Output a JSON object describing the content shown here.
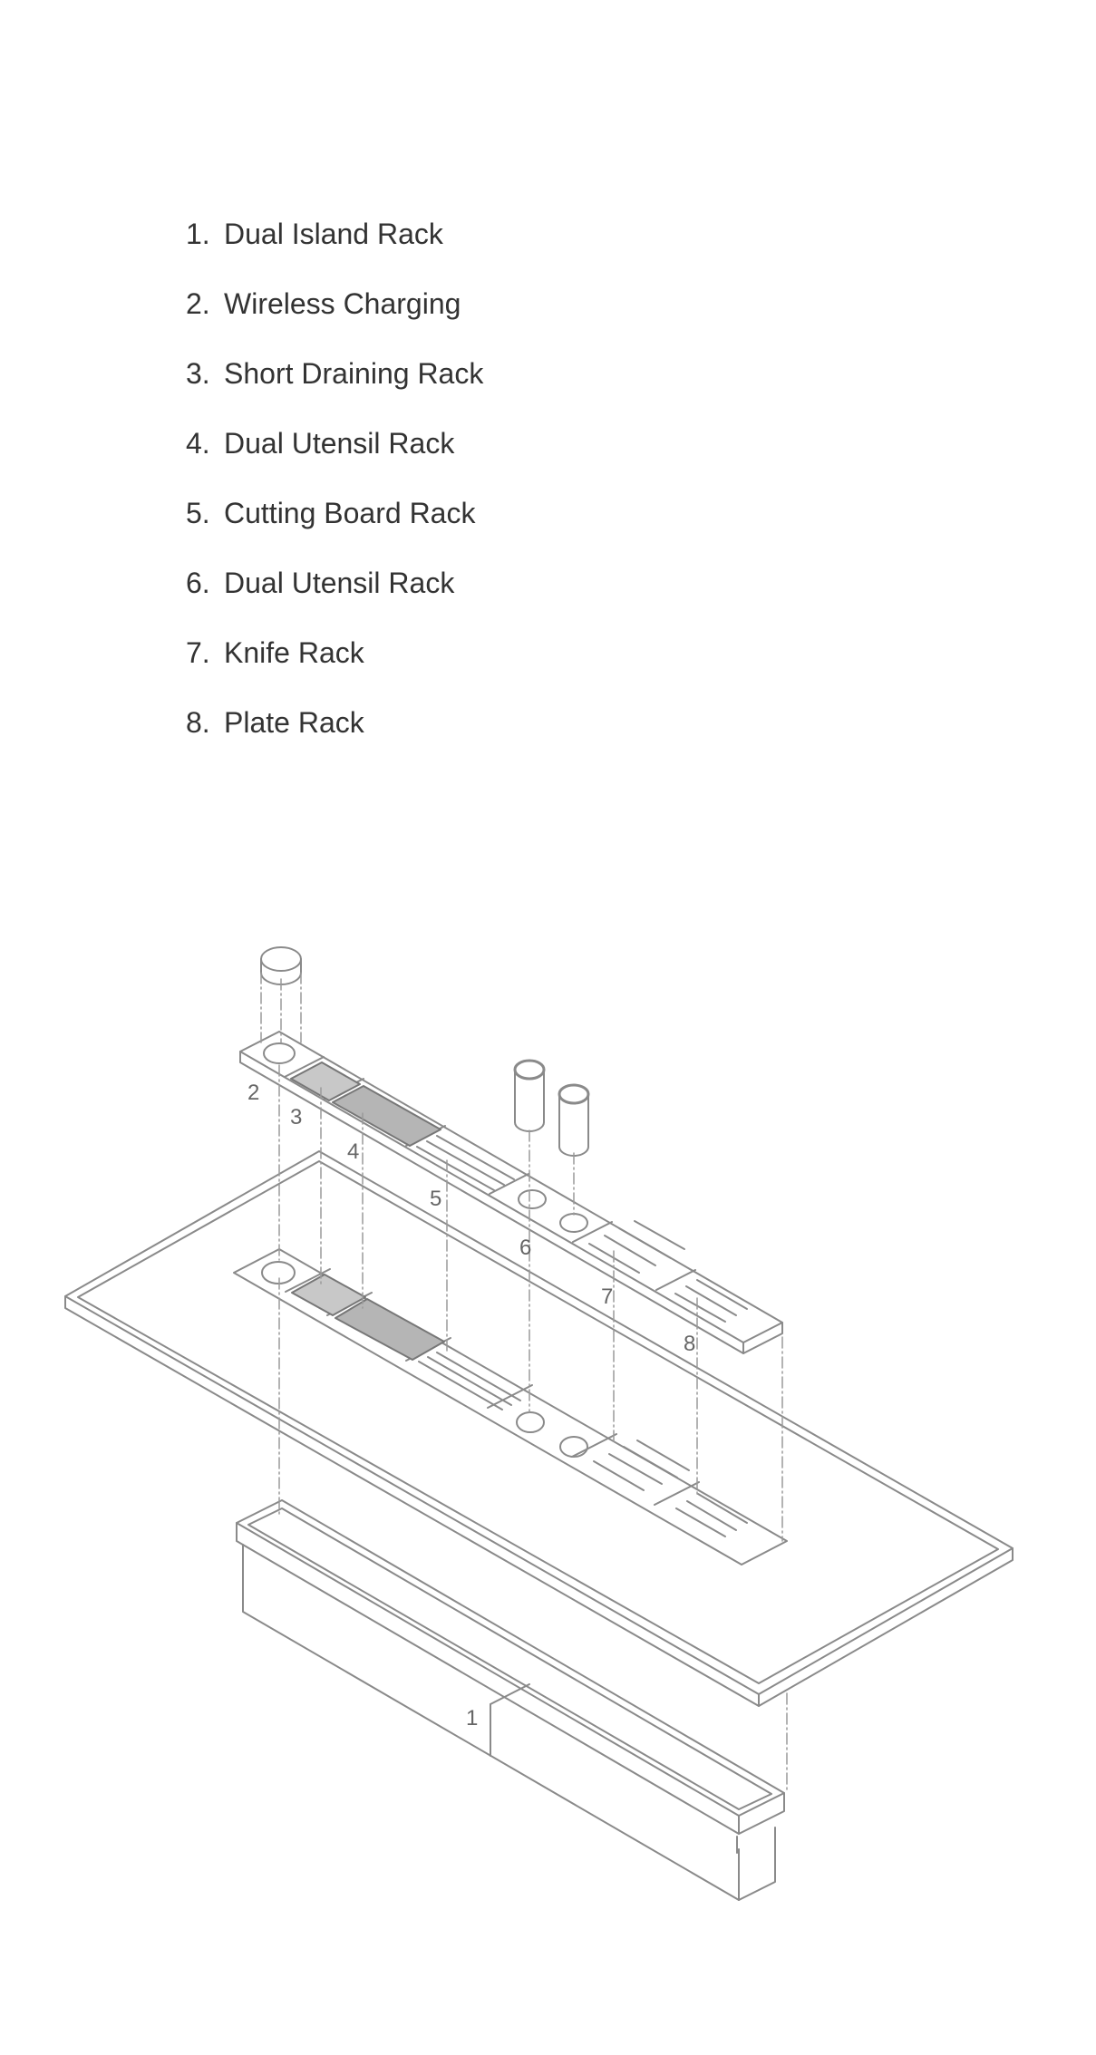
{
  "legend": {
    "items": [
      {
        "number": "1.",
        "label": "Dual Island Rack"
      },
      {
        "number": "2.",
        "label": "Wireless Charging"
      },
      {
        "number": "3.",
        "label": "Short Draining Rack"
      },
      {
        "number": "4.",
        "label": "Dual Utensil Rack"
      },
      {
        "number": "5.",
        "label": "Cutting Board Rack"
      },
      {
        "number": "6.",
        "label": "Dual Utensil Rack"
      },
      {
        "number": "7.",
        "label": "Knife Rack"
      },
      {
        "number": "8.",
        "label": "Plate Rack"
      }
    ]
  },
  "diagram": {
    "callouts": [
      "1",
      "2",
      "3",
      "4",
      "5",
      "6",
      "7",
      "8"
    ],
    "line_color": "#8a8a8a",
    "text_color": "#666666"
  }
}
